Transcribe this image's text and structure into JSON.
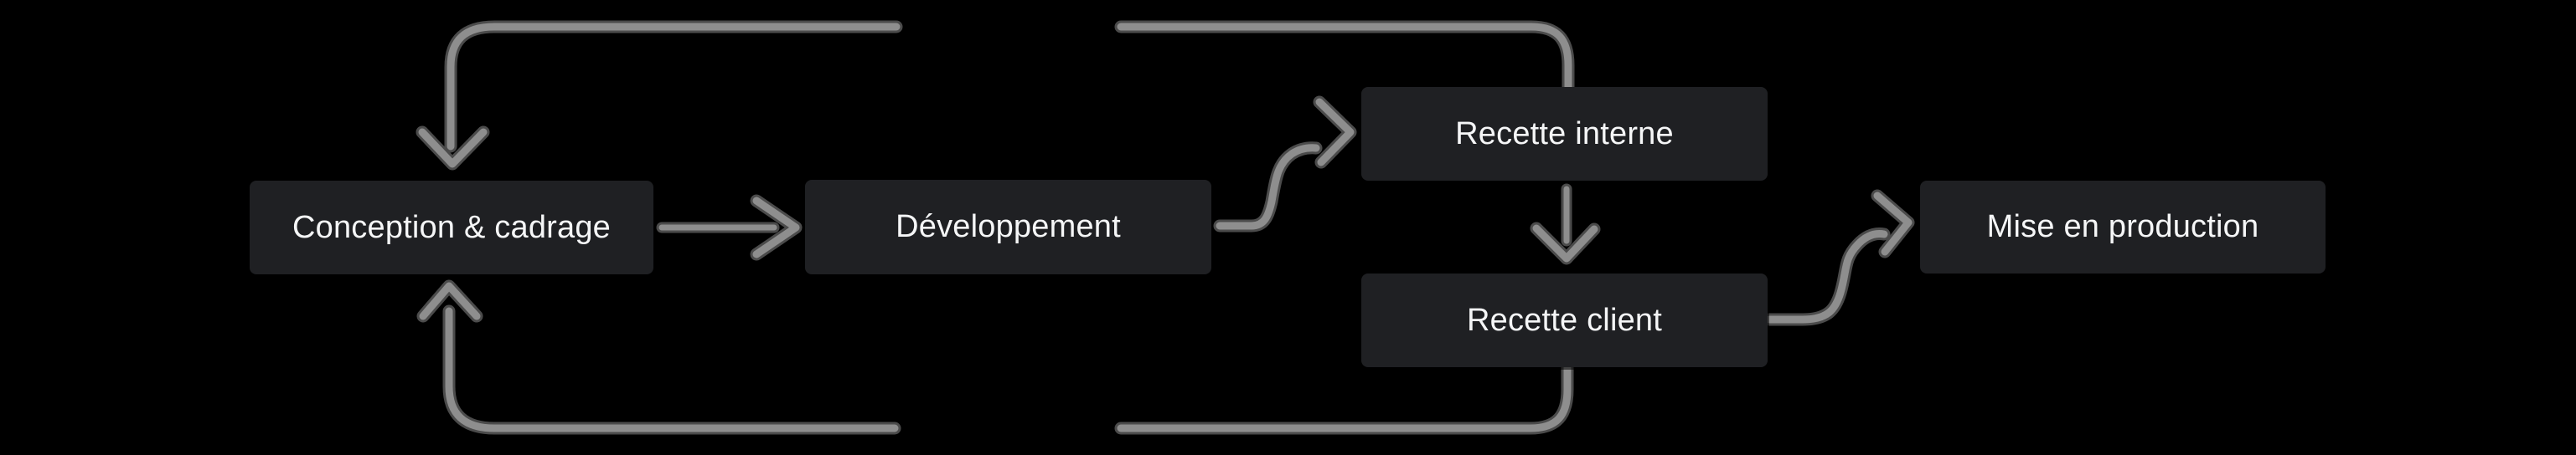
{
  "diagram": {
    "colors": {
      "canvas-bg": "#000000",
      "node-fill": "#1f2023",
      "node-text": "#f5f6f7",
      "arrow-core": "#8e8e8e",
      "arrow-edge": "#4b4b4b"
    },
    "nodes": [
      {
        "id": "conception-cadrage",
        "label": "Conception & cadrage"
      },
      {
        "id": "developpement",
        "label": "Développement"
      },
      {
        "id": "recette-interne",
        "label": "Recette interne"
      },
      {
        "id": "recette-client",
        "label": "Recette client"
      },
      {
        "id": "mise-en-production",
        "label": "Mise en production"
      }
    ],
    "edges": [
      {
        "from": "Conception & cadrage",
        "to": "Développement",
        "style": "straight-right"
      },
      {
        "from": "Développement",
        "to": "Recette interne",
        "style": "s-curve-up"
      },
      {
        "from": "Recette interne",
        "to": "Recette client",
        "style": "straight-down"
      },
      {
        "from": "Recette client",
        "to": "Mise en production",
        "style": "s-curve-up"
      },
      {
        "from": "Recette interne",
        "to": "Conception & cadrage",
        "style": "feedback-loop-top"
      },
      {
        "from": "Recette client",
        "to": "Conception & cadrage",
        "style": "feedback-loop-bottom"
      }
    ]
  }
}
